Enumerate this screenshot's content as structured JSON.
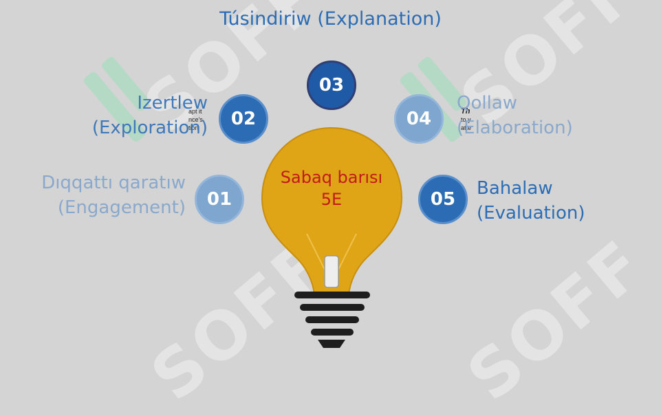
{
  "title": "Túsindiriw (Explanation)",
  "center": {
    "line1": "Sabaq barısı",
    "line2": "5E"
  },
  "stages": [
    {
      "num": "01",
      "line1": "Dıqqattı qaratıw",
      "line2": "(Engagement)"
    },
    {
      "num": "02",
      "line1": "Izertlew",
      "line2": "(Exploration)"
    },
    {
      "num": "03"
    },
    {
      "num": "04",
      "line1": "Qollaw",
      "line2": "(Elaboration)"
    },
    {
      "num": "05",
      "line1": "Bahalaw",
      "line2": "(Evaluation)"
    }
  ],
  "fragments": {
    "left": [
      "apt it",
      "nce's",
      "tion"
    ],
    "right": [
      "Th",
      "to y",
      "atte"
    ]
  },
  "watermark": "SOFF",
  "colors": {
    "bulb": "#e0a417",
    "circle_dark": "#2b6cb4",
    "circle_light": "#7fa6cf",
    "text_blue": "#2b6cb4",
    "text_faded": "#8aa8cc",
    "center_text": "#c21a1a",
    "base": "#1e1e1e"
  }
}
